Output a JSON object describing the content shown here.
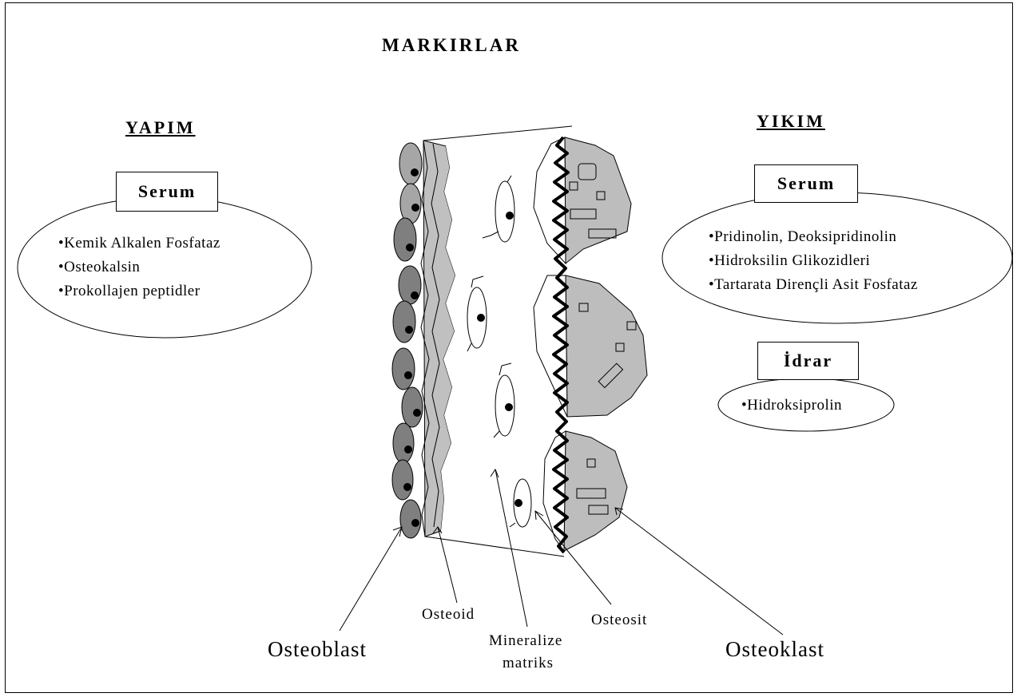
{
  "title": "MARKIRLAR",
  "yapim": {
    "heading": "YAPIM",
    "box_label": "Serum",
    "items": [
      "•Kemik Alkalen Fosfataz",
      "•Osteokalsin",
      "•Prokollajen peptidler"
    ]
  },
  "yikim": {
    "heading": "YIKIM",
    "serum_label": "Serum",
    "serum_items": [
      "•Pridinolin, Deoksipridinolin",
      "•Hidroksilin Glikozidleri",
      "•Tartarata Dirençli Asit Fosfataz"
    ],
    "idrar_label": "İdrar",
    "idrar_items": [
      "•Hidroksiprolin"
    ]
  },
  "labels": {
    "osteoblast": "Osteoblast",
    "osteoid": "Osteoid",
    "mineralize_line1": "Mineralize",
    "mineralize_line2": "matriks",
    "osteosit": "Osteosit",
    "osteoklast": "Osteoklast"
  },
  "colors": {
    "osteoblast_fill": "#8c8c8c",
    "osteoid_fill": "#c0c0c0",
    "osteoclast_fill": "#bdbdbd",
    "line": "#000000"
  }
}
